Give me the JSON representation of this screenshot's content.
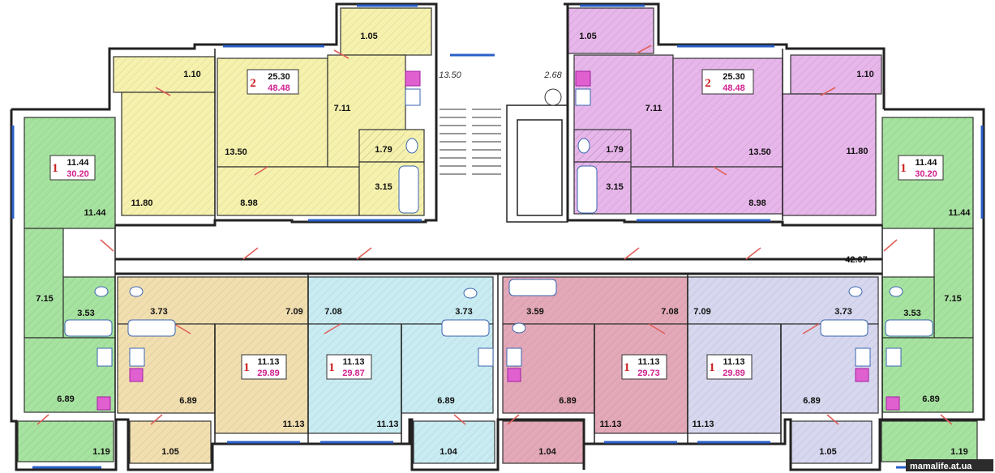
{
  "colors": {
    "yellow": "#f6f2ae",
    "pink": "#e7b6ea",
    "green": "#a7e3a0",
    "peach": "#f2dfb0",
    "cyan": "#c9ecf3",
    "rose": "#e4a9b9",
    "lavender": "#d7d7ef",
    "white": "#ffffff",
    "window": "#2a5fc8",
    "door": "#e0605a",
    "magenta": "#d0208e"
  },
  "apartments": [
    {
      "rooms": "2",
      "living": "25.30",
      "total": "48.48"
    },
    {
      "rooms": "2",
      "living": "25.30",
      "total": "48.48"
    },
    {
      "rooms": "1",
      "living": "11.44",
      "total": "30.20"
    },
    {
      "rooms": "1",
      "living": "11.44",
      "total": "30.20"
    },
    {
      "rooms": "1",
      "living": "11.13",
      "total": "29.89"
    },
    {
      "rooms": "1",
      "living": "11.13",
      "total": "29.87"
    },
    {
      "rooms": "1",
      "living": "11.13",
      "total": "29.73"
    },
    {
      "rooms": "1",
      "living": "11.13",
      "total": "29.89"
    }
  ],
  "rooms": {
    "tl_balcony_top": "1.05",
    "tl_balcony_left": "1.10",
    "tl_bed": "11.80",
    "tl_bed2": "13.50",
    "tl_hall": "8.98",
    "tl_kitchen": "7.11",
    "tl_wc": "1.79",
    "tl_bath": "3.15",
    "stair_landing": "13.50",
    "stair_lobby": "2.68",
    "tr_balcony_top": "1.05",
    "tr_kitchen": "7.11",
    "tr_wc": "1.79",
    "tr_bath": "3.15",
    "tr_bed2": "13.50",
    "tr_hall": "8.98",
    "tr_balcony_right": "1.10",
    "tr_bed": "11.80",
    "l_room": "11.44",
    "r_room": "11.44",
    "corridor": "42.07",
    "l_hall": "7.15",
    "l_bath": "3.53",
    "l_kitchen": "6.89",
    "l_balcony": "1.19",
    "a_bath": "3.73",
    "a_hall": "7.09",
    "a_kitchen": "6.89",
    "a_room": "11.13",
    "a_balcony": "1.05",
    "b_hall": "7.08",
    "b_bath": "3.73",
    "b_kitchen": "6.89",
    "b_room": "11.13",
    "b_balcony": "1.04",
    "c_bath": "3.59",
    "c_hall": "7.08",
    "c_kitchen": "6.89",
    "c_room": "11.13",
    "c_balcony": "1.04",
    "d_hall": "7.09",
    "d_bath": "3.73",
    "d_kitchen": "6.89",
    "d_room": "11.13",
    "d_balcony": "1.05",
    "r_bath": "3.53",
    "r_hall": "7.15",
    "r_kitchen": "6.89",
    "r_balcony": "1.19"
  },
  "watermark": "mamalife.at.ua"
}
